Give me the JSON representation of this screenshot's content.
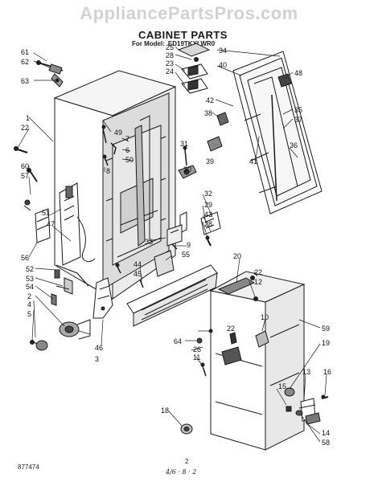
{
  "watermark": "AppliancePartsPros.com",
  "header": {
    "title": "CABINET PARTS",
    "model_label": "For Model:",
    "model_number": "ED19TKXLWR0"
  },
  "footer": {
    "doc_number": "877474",
    "page_number": "2",
    "handwritten": "4/6 · 8 · 2"
  },
  "callouts": [
    "61",
    "62",
    "63",
    "1",
    "22",
    "60",
    "57",
    "51",
    "47",
    "56",
    "52",
    "53",
    "54",
    "2",
    "4",
    "5",
    "3",
    "46",
    "49",
    "7",
    "6",
    "50",
    "8",
    "31",
    "30",
    "39",
    "38",
    "25",
    "28",
    "23",
    "24",
    "34",
    "40",
    "42",
    "48",
    "35",
    "37",
    "41",
    "36",
    "32",
    "29",
    "43",
    "28",
    "33",
    "9",
    "55",
    "44",
    "45",
    "20",
    "22",
    "12",
    "10",
    "59",
    "19",
    "64",
    "26",
    "22",
    "11",
    "13",
    "16",
    "15",
    "14",
    "58",
    "18"
  ]
}
